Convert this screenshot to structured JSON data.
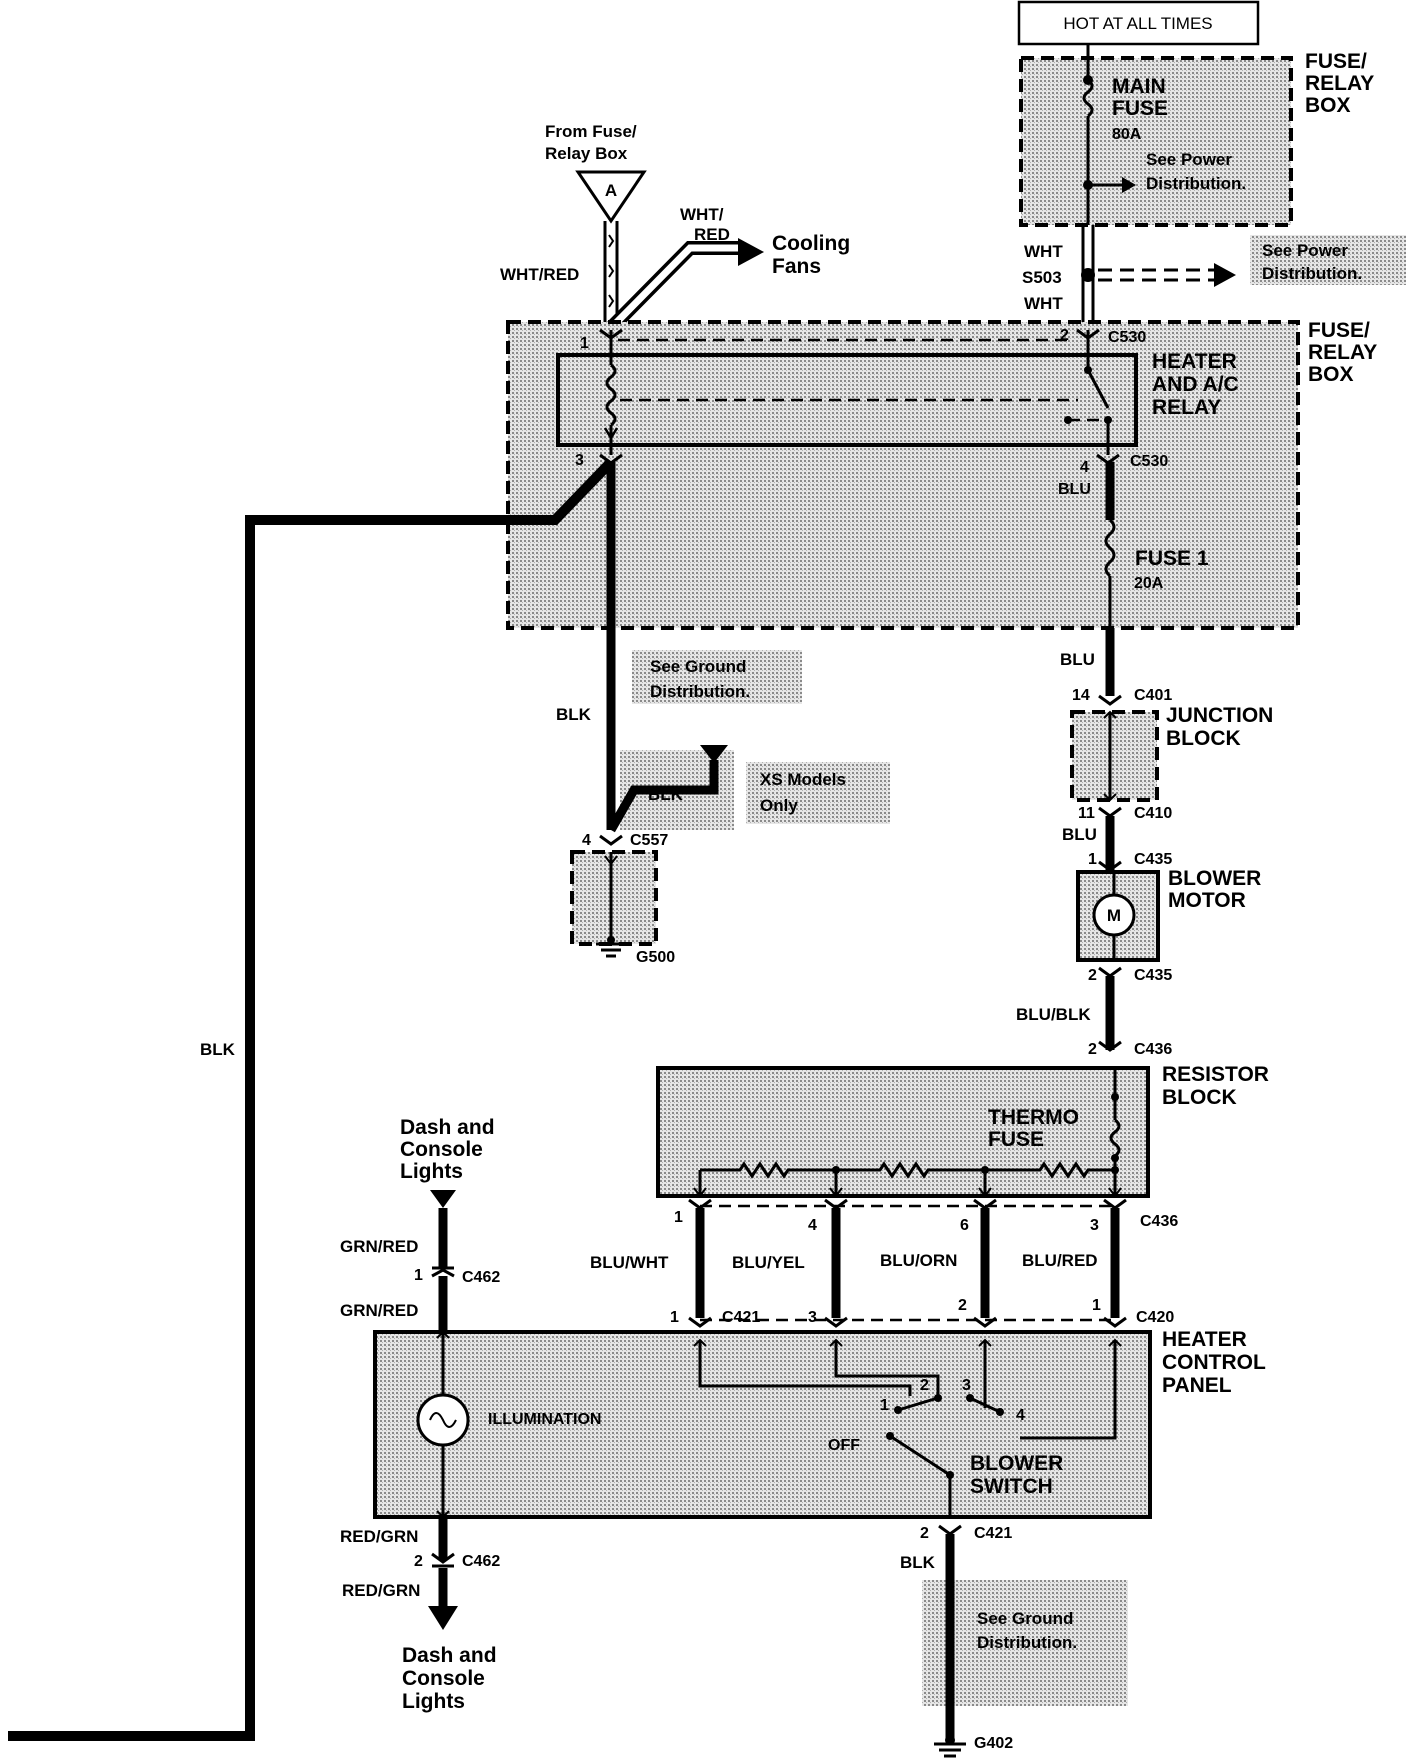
{
  "header": {
    "hot_at_all_times": "HOT AT ALL TIMES"
  },
  "fuse_relay_box_top": {
    "title_line1": "FUSE/",
    "title_line2": "RELAY",
    "title_line3": "BOX",
    "main_fuse_line1": "MAIN",
    "main_fuse_line2": "FUSE",
    "main_fuse_rating": "80A",
    "see_power_line1": "See Power",
    "see_power_line2": "Distribution."
  },
  "splice": {
    "wht_upper": "WHT",
    "id": "S503",
    "wht_lower": "WHT",
    "see_power_line1": "See Power",
    "see_power_line2": "Distribution."
  },
  "from_fuse": {
    "line1": "From Fuse/",
    "line2": "Relay Box",
    "connector_letter": "A"
  },
  "cooling": {
    "wire_line1": "WHT/",
    "wire_line2": "RED",
    "line1": "Cooling",
    "line2": "Fans",
    "wht_red_label": "WHT/RED"
  },
  "fuse_relay_box_main": {
    "title_line1": "FUSE/",
    "title_line2": "RELAY",
    "title_line3": "BOX",
    "relay_line1": "HEATER",
    "relay_line2": "AND A/C",
    "relay_line3": "RELAY",
    "pin1": "1",
    "pin2": "2",
    "c530_top": "C530",
    "pin3": "3",
    "pin4": "4",
    "c530_bottom": "C530",
    "blu_inside": "BLU",
    "fuse1_name": "FUSE 1",
    "fuse1_rating": "20A"
  },
  "ground_left": {
    "blk_long": "BLK",
    "blk_vertical": "BLK",
    "blk_xs": "BLK",
    "see_ground_line1": "See Ground",
    "see_ground_line2": "Distribution.",
    "xs_line1": "XS Models",
    "xs_line2": "Only",
    "pin4": "4",
    "c557": "C557",
    "g500": "G500"
  },
  "junction": {
    "blu_above": "BLU",
    "pin14": "14",
    "c401": "C401",
    "title_line1": "JUNCTION",
    "title_line2": "BLOCK",
    "pin11": "11",
    "c410": "C410",
    "blu_below": "BLU",
    "pin1": "1",
    "c435_top": "C435"
  },
  "blower_motor": {
    "title_line1": "BLOWER",
    "title_line2": "MOTOR",
    "motor_symbol": "M",
    "pin2": "2",
    "c435_bottom": "C435",
    "wire": "BLU/BLK",
    "pin2b": "2",
    "c436_top": "C436"
  },
  "resistor_block": {
    "title_line1": "RESISTOR",
    "title_line2": "BLOCK",
    "thermo_line1": "THERMO",
    "thermo_line2": "FUSE"
  },
  "c436_bottom": {
    "pin1": "1",
    "pin4": "4",
    "pin6": "6",
    "pin3": "3",
    "id": "C436"
  },
  "wires_mid": {
    "w1": "BLU/WHT",
    "w2": "BLU/YEL",
    "w3": "BLU/ORN",
    "w4": "BLU/RED"
  },
  "c421_c420": {
    "pin1": "1",
    "c421": "C421",
    "pin3": "3",
    "pin2": "2",
    "pin1b": "1",
    "c420": "C420"
  },
  "dash_lights_top": {
    "line1": "Dash and",
    "line2": "Console",
    "line3": "Lights",
    "wire_upper": "GRN/RED",
    "pin1": "1",
    "c462": "C462",
    "wire_lower": "GRN/RED"
  },
  "heater_panel": {
    "title_line1": "HEATER",
    "title_line2": "CONTROL",
    "title_line3": "PANEL",
    "illumination": "ILLUMINATION",
    "sw1": "1",
    "sw2": "2",
    "sw3": "3",
    "sw4": "4",
    "off": "OFF",
    "blower_line1": "BLOWER",
    "blower_line2": "SWITCH"
  },
  "dash_lights_bottom": {
    "wire_upper": "RED/GRN",
    "pin2": "2",
    "c462": "C462",
    "wire_lower": "RED/GRN",
    "line1": "Dash and",
    "line2": "Console",
    "line3": "Lights"
  },
  "ground_bottom": {
    "pin2": "2",
    "c421": "C421",
    "blk": "BLK",
    "see_ground_line1": "See Ground",
    "see_ground_line2": "Distribution.",
    "g402": "G402"
  }
}
